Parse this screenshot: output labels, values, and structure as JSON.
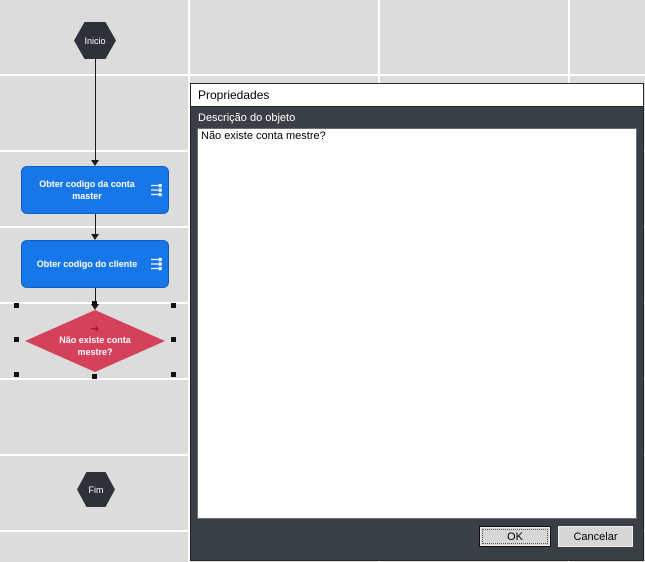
{
  "flowchart": {
    "start_label": "Inicio",
    "task1_label": "Obter codigo da conta master",
    "task2_label": "Obter codigo do cliente",
    "decision_label": "Não existe conta mestre?",
    "end_label": "Fim",
    "colors": {
      "task_blue": "#1877e8",
      "decision_red": "#d5405a",
      "terminal_dark": "#2e3238",
      "canvas_gray": "#dcdcdc"
    }
  },
  "icons": {
    "decision_arrow": "➜"
  },
  "dialog": {
    "title": "Propriedades",
    "section_label": "Descrição do objeto",
    "description_value": "Não existe conta mestre?",
    "ok_label": "OK",
    "cancel_label": "Cancelar",
    "colors": {
      "body": "#3a3f45",
      "button": "#d6d6d6"
    }
  }
}
